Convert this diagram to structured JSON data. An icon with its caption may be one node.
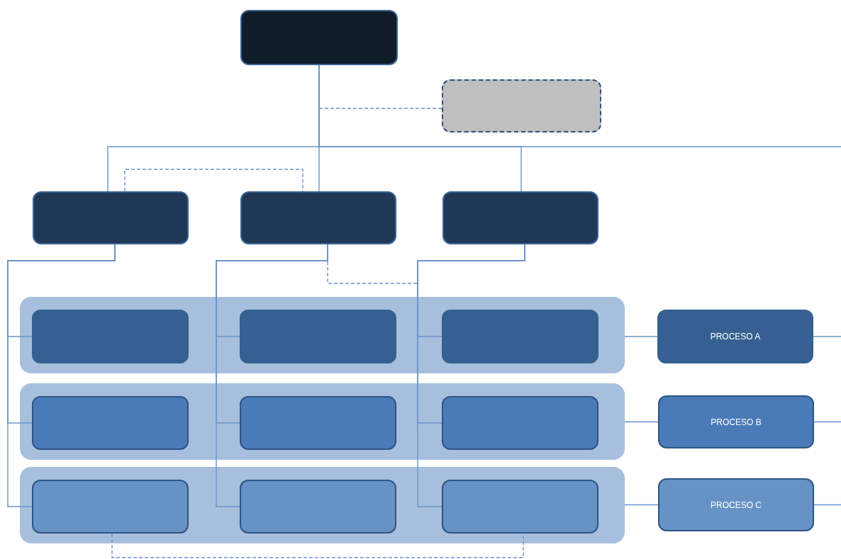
{
  "diagram": {
    "nodes": [
      {
        "text": [],
        "shape": "box"
      },
      {
        "text": [],
        "shape": "box"
      },
      {
        "text": [],
        "shape": "box"
      },
      {
        "text": [],
        "shape": "box"
      },
      {
        "text": [],
        "shape": "box"
      },
      {
        "text": [],
        "shape": "band"
      },
      {
        "text": [],
        "shape": "box",
        "in": 5
      },
      {
        "text": [],
        "shape": "box",
        "in": 5
      },
      {
        "text": [],
        "shape": "box",
        "in": 5
      },
      {
        "text": [
          "PROCESO A"
        ]
      },
      {
        "text": [],
        "shape": "band"
      },
      {
        "text": [],
        "shape": "box",
        "in": 10
      },
      {
        "text": [],
        "shape": "box",
        "in": 10
      },
      {
        "text": [],
        "shape": "box",
        "in": 10
      },
      {
        "text": [
          "PROCESO B"
        ]
      },
      {
        "text": [],
        "shape": "band"
      },
      {
        "text": [],
        "shape": "box",
        "in": 15
      },
      {
        "text": [],
        "shape": "box",
        "in": 15
      },
      {
        "text": [],
        "shape": "box",
        "in": 15
      },
      {
        "text": [
          "PROCESO C"
        ]
      }
    ],
    "edges": [
      {
        "from": 0,
        "to": 2,
        "arrow": "none"
      },
      {
        "from": 0,
        "to": 3,
        "arrow": "none"
      },
      {
        "from": 0,
        "to": 4,
        "arrow": "none"
      },
      {
        "from": 0,
        "to": null,
        "arrow": "none"
      },
      {
        "from": 0,
        "to": 1,
        "arrow": "none",
        "style": "dashed"
      },
      {
        "from": 2,
        "to": 3,
        "arrow": "none",
        "style": "dashed"
      },
      {
        "from": 2,
        "to": 6,
        "arrow": "none"
      },
      {
        "from": 2,
        "to": 11,
        "arrow": "none"
      },
      {
        "from": 2,
        "to": 16,
        "arrow": "none"
      },
      {
        "from": 3,
        "to": 7,
        "arrow": "none"
      },
      {
        "from": 3,
        "to": 12,
        "arrow": "none"
      },
      {
        "from": 3,
        "to": 17,
        "arrow": "none"
      },
      {
        "from": 4,
        "to": 8,
        "arrow": "none"
      },
      {
        "from": 4,
        "to": 13,
        "arrow": "none"
      },
      {
        "from": 4,
        "to": 18,
        "arrow": "none"
      },
      {
        "from": 3,
        "to": null,
        "arrow": "none",
        "style": "dashed"
      },
      {
        "from": 5,
        "to": 9,
        "arrow": "none"
      },
      {
        "from": 9,
        "to": null,
        "arrow": "none"
      },
      {
        "from": 10,
        "to": 14,
        "arrow": "none"
      },
      {
        "from": 14,
        "to": null,
        "arrow": "none"
      },
      {
        "from": 15,
        "to": 19,
        "arrow": "none"
      },
      {
        "from": 19,
        "to": null,
        "arrow": "none"
      },
      {
        "from": 16,
        "to": 18,
        "arrow": "none",
        "style": "dashed"
      }
    ]
  }
}
